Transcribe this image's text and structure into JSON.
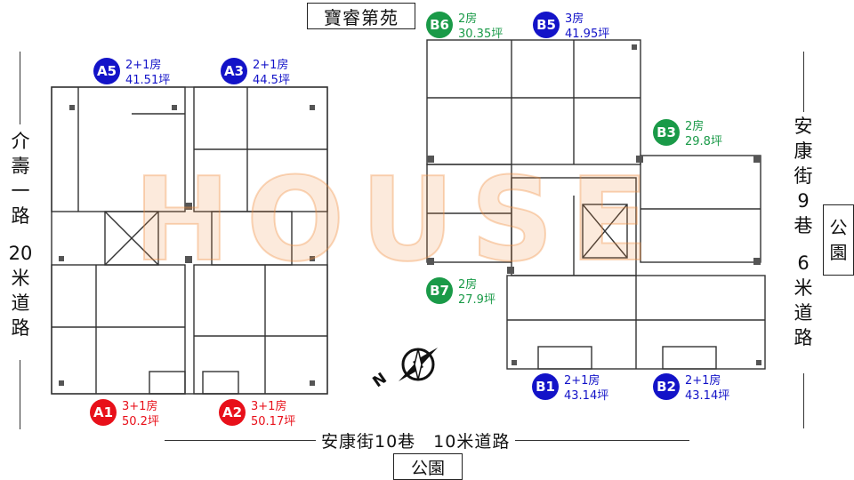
{
  "top_label": "寶睿第苑",
  "bottom_label": "公園",
  "bottom_road": "安康街10巷　10米道路",
  "left_road": {
    "chars": [
      "介",
      "壽",
      "一",
      "路",
      "",
      "20",
      "米",
      "道",
      "路"
    ]
  },
  "right_road": {
    "chars": [
      "安",
      "康",
      "街",
      "9",
      "巷",
      "",
      "6",
      "米",
      "道",
      "路"
    ]
  },
  "right_park": {
    "chars": [
      "公",
      "園"
    ]
  },
  "units": {
    "A5": {
      "code": "A5",
      "rooms": "2+1房",
      "area": "41.51坪",
      "color": "#1313c8"
    },
    "A3": {
      "code": "A3",
      "rooms": "2+1房",
      "area": "44.5坪",
      "color": "#1313c8"
    },
    "A1": {
      "code": "A1",
      "rooms": "3+1房",
      "area": "50.2坪",
      "color": "#e8101a"
    },
    "A2": {
      "code": "A2",
      "rooms": "3+1房",
      "area": "50.17坪",
      "color": "#e8101a"
    },
    "B6": {
      "code": "B6",
      "rooms": "2房",
      "area": "30.35坪",
      "color": "#1a9a48"
    },
    "B5": {
      "code": "B5",
      "rooms": "3房",
      "area": "41.95坪",
      "color": "#1313c8"
    },
    "B3": {
      "code": "B3",
      "rooms": "2房",
      "area": "29.8坪",
      "color": "#1a9a48"
    },
    "B7": {
      "code": "B7",
      "rooms": "2房",
      "area": "27.9坪",
      "color": "#1a9a48"
    },
    "B1": {
      "code": "B1",
      "rooms": "2+1房",
      "area": "43.14坪",
      "color": "#1313c8"
    },
    "B2": {
      "code": "B2",
      "rooms": "2+1房",
      "area": "43.14坪",
      "color": "#1313c8"
    }
  },
  "compass_letter": "N",
  "watermark": "HOUSE"
}
